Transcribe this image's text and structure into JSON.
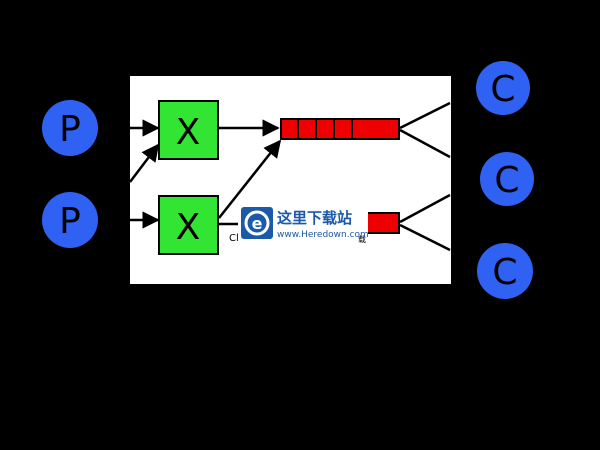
{
  "producers": [
    {
      "label": "P"
    },
    {
      "label": "P"
    }
  ],
  "exchanges": [
    {
      "label": "X"
    },
    {
      "label": "X"
    }
  ],
  "queues": [
    {
      "cells": 5
    },
    {
      "cells": 1
    }
  ],
  "consumers": [
    {
      "label": "C"
    },
    {
      "label": "C"
    },
    {
      "label": "C"
    }
  ],
  "watermark": {
    "logo": "e",
    "title": "这里下载站",
    "url": "www.Heredown.com",
    "partial_left": "Cl",
    "partial_right": "载"
  },
  "colors": {
    "background": "#000000",
    "canvas": "#ffffff",
    "node_blue": "#2f61f2",
    "exchange_green": "#33e533",
    "queue_red": "#ee0000",
    "watermark_blue": "#1b5aa8"
  }
}
